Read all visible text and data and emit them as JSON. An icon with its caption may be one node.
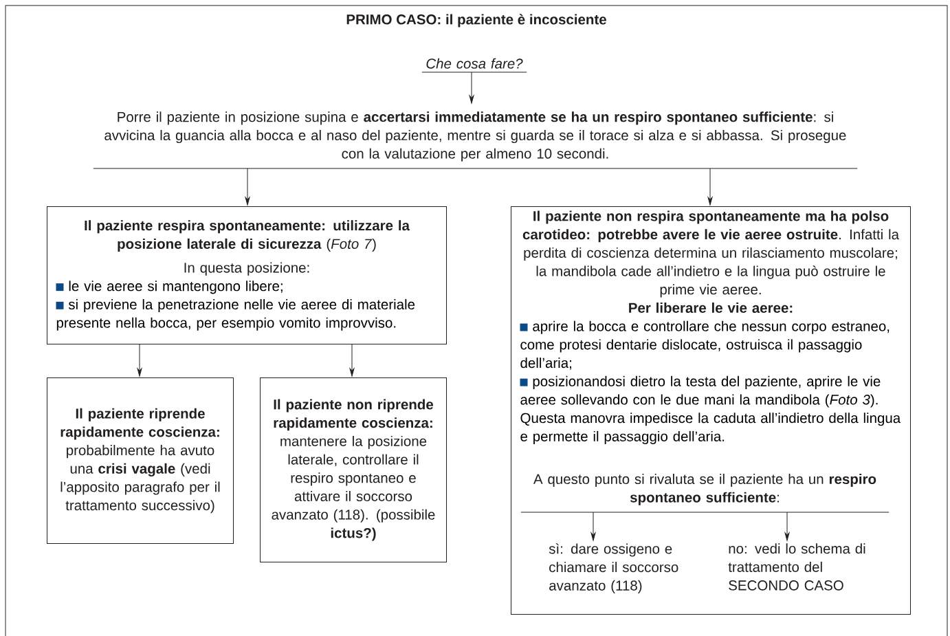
{
  "diagram": {
    "title": "PRIMO CASO: il paziente è incosciente",
    "nodes": [
      {
        "text": [
          "Che cosa fare?"
        ]
      },
      {
        "text": [
          "Porre il paziente in posizione supina e **accertarsi immediatamente se ha un respiro spontaneo sufficiente**: si avvicina la guancia alla bocca e al naso del paziente, mentre si guarda se il torace si alza e si abbassa. Si prosegue con la valutazione per almeno 10 secondi."
        ]
      },
      {
        "text": [
          "**Il paziente respira spontaneamente: utilizzare la posizione laterale di sicurezza** (*Foto 7*)",
          "In questa posizione:",
          "le vie aeree si mantengono libere;",
          "si previene la penetrazione nelle vie aeree di materiale presente nella bocca, per esempio vomito improvviso."
        ]
      },
      {
        "text": [
          "**Il paziente non respira spontaneamente ma ha polso carotideo: potrebbe avere le vie aeree ostruite**. Infatti la perdita di coscienza determina un rilasciamento muscolare; la mandibola cade all’indietro e la lingua può ostruire le prime vie aeree.",
          "Per liberare le vie aeree:",
          "aprire la bocca e controllare che nessun corpo estraneo, come protesi dentarie dislocate, ostruisca il passaggio dell’aria;",
          "posizionandosi dietro la testa del paziente, aprire le vie aeree sollevando con le due mani la mandibola (*Foto 3*). Questa manovra impedisce la caduta all’indietro della lingua e permette il passaggio dell’aria."
        ]
      },
      {
        "text": [
          "Il paziente riprende rapidamente coscienza:",
          "probabilmente ha avuto una **crisi vagale** (vedi l’apposito paragrafo per il trattamento successivo)"
        ]
      },
      {
        "text": [
          "Il paziente non riprende rapidamente coscienza:",
          "mantenere la posizione laterale, controllare il respiro spontaneo e attivare il soccorso avanzato (118). (possibile **ictus?)**"
        ]
      },
      {
        "text": [
          "A questo punto si rivaluta se il paziente ha un **respiro spontaneo sufficiente**:"
        ],
        "in": 3
      },
      {
        "text": [
          "sì: dare ossigeno e chiamare il soccorso avanzato (118)"
        ],
        "in": 3
      },
      {
        "text": [
          "no: vedi lo schema di trattamento del SECONDO CASO"
        ],
        "in": 3
      }
    ],
    "edges": [
      {
        "from": 0,
        "to": 1,
        "arrow": "to"
      },
      {
        "from": 1,
        "to": 2,
        "arrow": "to"
      },
      {
        "from": 1,
        "to": 3,
        "arrow": "to"
      },
      {
        "from": 2,
        "to": 4,
        "arrow": "to"
      },
      {
        "from": 2,
        "to": 5,
        "arrow": "to"
      },
      {
        "from": 6,
        "to": 7,
        "arrow": "to"
      },
      {
        "from": 6,
        "to": 8,
        "arrow": "to"
      }
    ]
  }
}
